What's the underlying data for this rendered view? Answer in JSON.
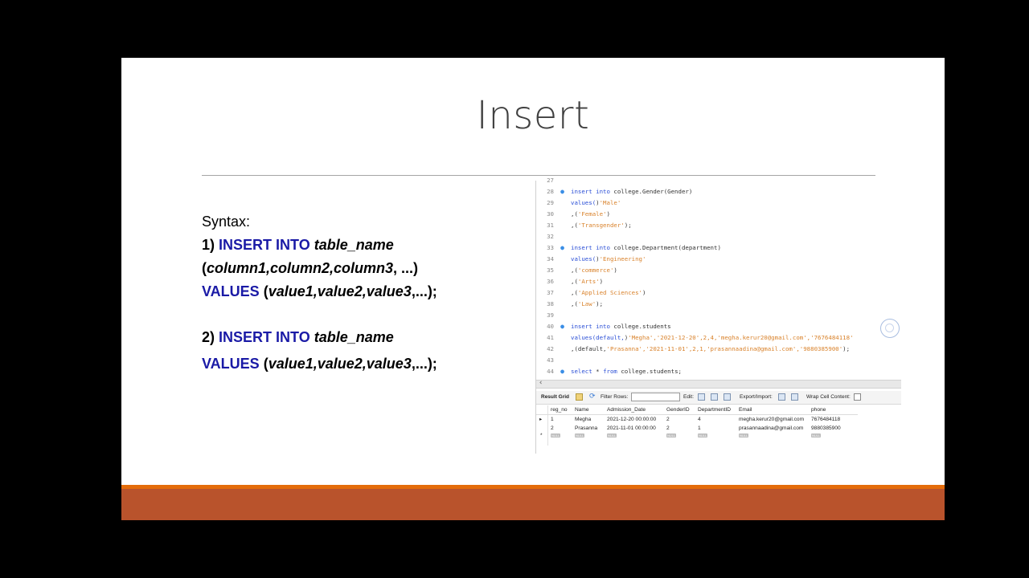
{
  "slide": {
    "title": "Insert"
  },
  "syntax": {
    "heading": "Syntax:",
    "l1_num": "1) ",
    "l1_kw": "INSERT INTO",
    "l1_table": "table_name",
    "l2_open": "(",
    "l2_cols": "column1,column2,column3",
    "l2_rest": ", ...)",
    "l3_kw": "VALUES",
    "l3_open": " (",
    "l3_vals": "value1,value2,value3",
    "l3_rest": ",...);",
    "l4_num": "2) ",
    "l4_kw": "INSERT INTO",
    "l4_table": "table_name",
    "l5_kw": "VALUES",
    "l5_open": " (",
    "l5_vals": "value1,value2,value3",
    "l5_rest": ",...);"
  },
  "editor": {
    "lines": [
      {
        "n": "27",
        "t": ""
      },
      {
        "n": "28",
        "dot": "●",
        "k": "insert into",
        "t": " college.Gender(Gender)"
      },
      {
        "n": "29",
        "k2": "values(",
        "s": "'Male'",
        "t": ")"
      },
      {
        "n": "30",
        "t": ",(",
        "s": "'Female'",
        "t2": ")"
      },
      {
        "n": "31",
        "t": ",(",
        "s": "'Transgender'",
        "t2": ");"
      },
      {
        "n": "32",
        "t": ""
      },
      {
        "n": "33",
        "dot": "●",
        "k": "insert into",
        "t": " college.Department(department)"
      },
      {
        "n": "34",
        "k2": "values(",
        "s": "'Engineering'",
        "t": ")"
      },
      {
        "n": "35",
        "t": ",(",
        "s": "'commerce'",
        "t2": ")"
      },
      {
        "n": "36",
        "t": ",(",
        "s": "'Arts'",
        "t2": ")"
      },
      {
        "n": "37",
        "t": ",(",
        "s": "'Applied Sciences'",
        "t2": ")"
      },
      {
        "n": "38",
        "t": ",(",
        "s": "'Law'",
        "t2": ");"
      },
      {
        "n": "39",
        "t": ""
      },
      {
        "n": "40",
        "dot": "●",
        "k": "insert into",
        "t": " college.students"
      },
      {
        "n": "41",
        "k2": "values(default,",
        "s": "'Megha','2021-12-20',2,4,'megha.kerur20@gmail.com','7676484118'",
        "t": ")"
      },
      {
        "n": "42",
        "t": ",(default,",
        "s": "'Prasanna','2021-11-01',2,1,'prasannaadina@gmail.com','9880385900'",
        "t2": ");"
      },
      {
        "n": "43",
        "t": ""
      },
      {
        "n": "44",
        "dot": "●",
        "k": "select",
        "t": " * ",
        "k3": "from",
        "t3": " college.students;"
      }
    ]
  },
  "toolbar": {
    "result_grid": "Result Grid",
    "filter_rows": "Filter Rows:",
    "edit": "Edit:",
    "export_import": "Export/Import:",
    "wrap": "Wrap Cell Content:"
  },
  "grid": {
    "columns": [
      "reg_no",
      "Name",
      "Admission_Date",
      "GenderID",
      "DepartmentID",
      "Email",
      "phone"
    ],
    "rows": [
      [
        "1",
        "Megha",
        "2021-12-20 00:00:00",
        "2",
        "4",
        "megha.kerur20@gmail.com",
        "7676484118"
      ],
      [
        "2",
        "Prasanna",
        "2021-11-01 00:00:00",
        "2",
        "1",
        "prasannaadina@gmail.com",
        "9880385900"
      ]
    ],
    "null_label": "NULL",
    "row_marker": "▸",
    "new_row_marker": "*"
  },
  "colors": {
    "accent_orange": "#e46c0a",
    "footer": "#b9532c",
    "keyword_blue": "#1a1aa6"
  }
}
